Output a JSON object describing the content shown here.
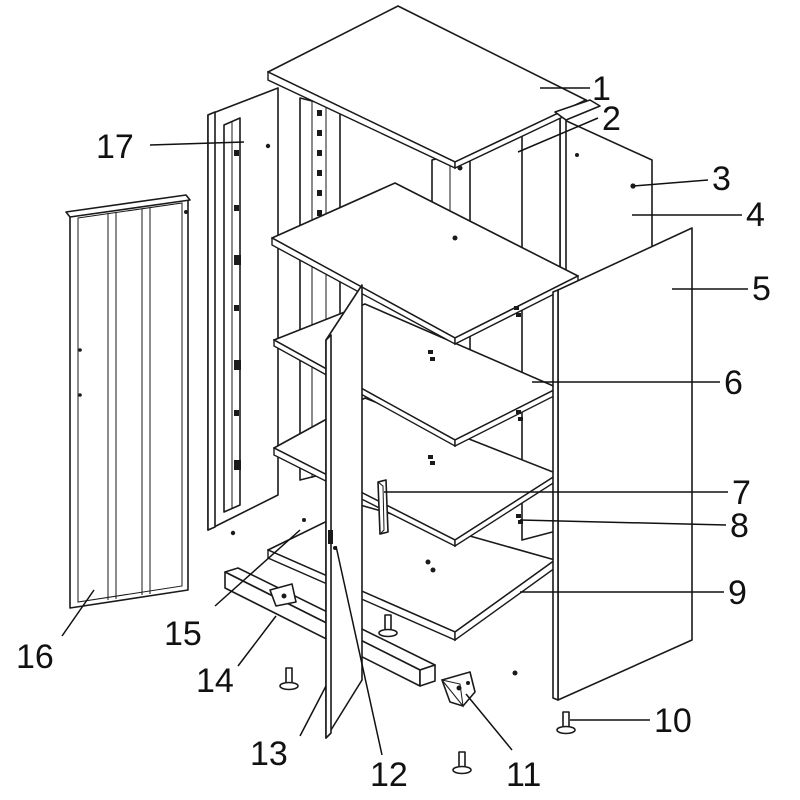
{
  "diagram": {
    "callouts": [
      {
        "id": "1",
        "label": "1"
      },
      {
        "id": "2",
        "label": "2"
      },
      {
        "id": "3",
        "label": "3"
      },
      {
        "id": "4",
        "label": "4"
      },
      {
        "id": "5",
        "label": "5"
      },
      {
        "id": "6",
        "label": "6"
      },
      {
        "id": "7",
        "label": "7"
      },
      {
        "id": "8",
        "label": "8"
      },
      {
        "id": "9",
        "label": "9"
      },
      {
        "id": "10",
        "label": "10"
      },
      {
        "id": "11",
        "label": "11"
      },
      {
        "id": "12",
        "label": "12"
      },
      {
        "id": "13",
        "label": "13"
      },
      {
        "id": "14",
        "label": "14"
      },
      {
        "id": "15",
        "label": "15"
      },
      {
        "id": "16",
        "label": "16"
      },
      {
        "id": "17",
        "label": "17"
      }
    ]
  },
  "colors": {
    "line": "#1a1a1a",
    "fill": "#ffffff"
  }
}
